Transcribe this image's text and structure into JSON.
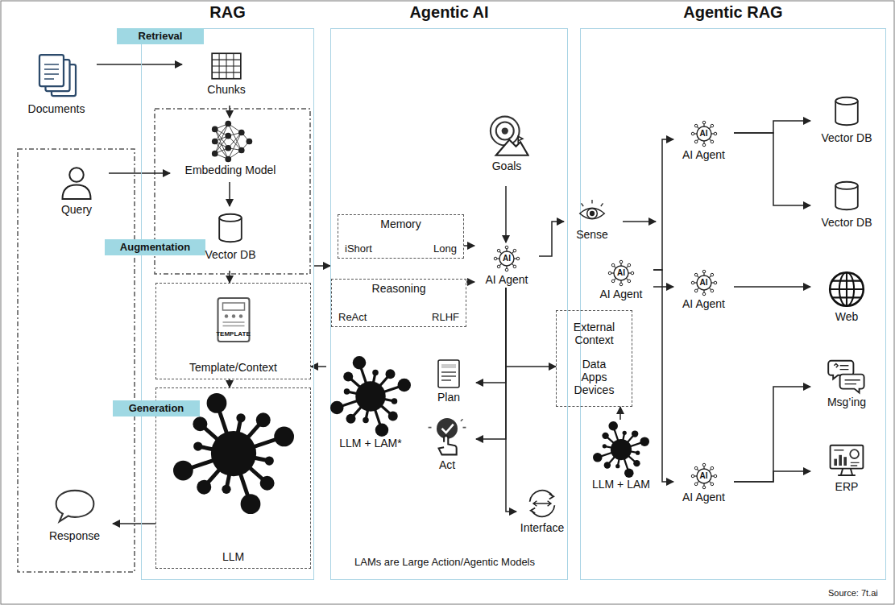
{
  "diagram": {
    "nodes": [
      {
        "text": [
          "RAG"
        ]
      },
      {
        "text": [
          "Agentic AI"
        ]
      },
      {
        "text": [
          "Agentic RAG"
        ]
      },
      {
        "text": [
          "Documents"
        ]
      },
      {
        "text": [
          "Retrieval"
        ]
      },
      {
        "text": [
          "Chunks"
        ],
        "in": 0
      },
      {
        "text": [
          "Query"
        ]
      },
      {
        "text": [
          "Embedding Model"
        ],
        "in": 0
      },
      {
        "text": [
          "Augmentation"
        ]
      },
      {
        "text": [
          "Vector DB"
        ],
        "in": 0
      },
      {
        "text": [
          "Template/Context"
        ],
        "in": 0
      },
      {
        "text": [
          "Generation"
        ]
      },
      {
        "text": [
          "Response"
        ]
      },
      {
        "text": [
          "LLM"
        ],
        "in": 0
      },
      {
        "text": [
          "Goals"
        ],
        "in": 1
      },
      {
        "text": [
          "Memory",
          "iShort",
          "Long"
        ],
        "in": 1
      },
      {
        "text": [
          "Reasoning",
          "ReAct",
          "RLHF"
        ],
        "in": 1
      },
      {
        "text": [
          "AI Agent"
        ],
        "in": 1
      },
      {
        "text": [
          "Sense"
        ]
      },
      {
        "text": [
          "Plan"
        ],
        "in": 1
      },
      {
        "text": [
          "LLM + LAM*"
        ]
      },
      {
        "text": [
          "Act"
        ],
        "in": 1
      },
      {
        "text": [
          "External Context",
          "Data Apps Devices"
        ]
      },
      {
        "text": [
          "Interface"
        ],
        "in": 1
      },
      {
        "text": [
          "AI Agent"
        ],
        "in": 2
      },
      {
        "text": [
          "AI Agent"
        ],
        "in": 2
      },
      {
        "text": [
          "AI Agent"
        ],
        "in": 2
      },
      {
        "text": [
          "AI Agent"
        ],
        "in": 2
      },
      {
        "text": [
          "LLM + LAM"
        ],
        "in": 2
      },
      {
        "text": [
          "Vector DB"
        ],
        "in": 2
      },
      {
        "text": [
          "Vector DB"
        ],
        "in": 2
      },
      {
        "text": [
          "Web"
        ],
        "in": 2
      },
      {
        "text": [
          "Msg’ing"
        ],
        "in": 2
      },
      {
        "text": [
          "ERP"
        ],
        "in": 2
      }
    ],
    "edges": [
      {
        "from": 3,
        "to": 5,
        "arrow": "to"
      },
      {
        "from": 5,
        "to": 7,
        "arrow": "to"
      },
      {
        "from": 6,
        "to": 7,
        "arrow": "to"
      },
      {
        "from": 7,
        "to": 9,
        "arrow": "to"
      },
      {
        "from": 9,
        "to": 10,
        "arrow": "to"
      },
      {
        "from": 10,
        "to": 13,
        "arrow": "to"
      },
      {
        "from": 13,
        "to": 12,
        "arrow": "to"
      },
      {
        "from": 0,
        "to": 1,
        "arrow": "to"
      },
      {
        "from": 15,
        "to": 17,
        "arrow": "to"
      },
      {
        "from": 16,
        "to": 17,
        "arrow": "to"
      },
      {
        "from": 14,
        "to": 17,
        "arrow": "to"
      },
      {
        "from": 17,
        "to": 18,
        "arrow": "to"
      },
      {
        "from": 17,
        "to": 19,
        "arrow": "to"
      },
      {
        "from": 17,
        "to": 21,
        "arrow": "to"
      },
      {
        "from": 17,
        "to": 23,
        "arrow": "to"
      },
      {
        "from": 17,
        "to": 22,
        "arrow": "to"
      },
      {
        "from": 20,
        "to": 10,
        "arrow": "to"
      },
      {
        "from": 28,
        "to": 22,
        "arrow": "to"
      },
      {
        "from": 24,
        "to": 26,
        "arrow": "to"
      },
      {
        "from": 24,
        "to": 25,
        "arrow": "to"
      },
      {
        "from": 24,
        "to": 27,
        "arrow": "to"
      },
      {
        "from": 25,
        "to": 29,
        "arrow": "to"
      },
      {
        "from": 25,
        "to": 30,
        "arrow": "to"
      },
      {
        "from": 26,
        "to": 31,
        "arrow": "to"
      },
      {
        "from": 27,
        "to": 32,
        "arrow": "to"
      },
      {
        "from": 27,
        "to": 33,
        "arrow": "to"
      }
    ],
    "labels": [
      "TEMPLATE",
      "AI",
      "AI",
      "AI",
      "AI",
      "AI",
      "LAMs are Large Action/Agentic Models",
      "Source: 7t.ai"
    ]
  }
}
